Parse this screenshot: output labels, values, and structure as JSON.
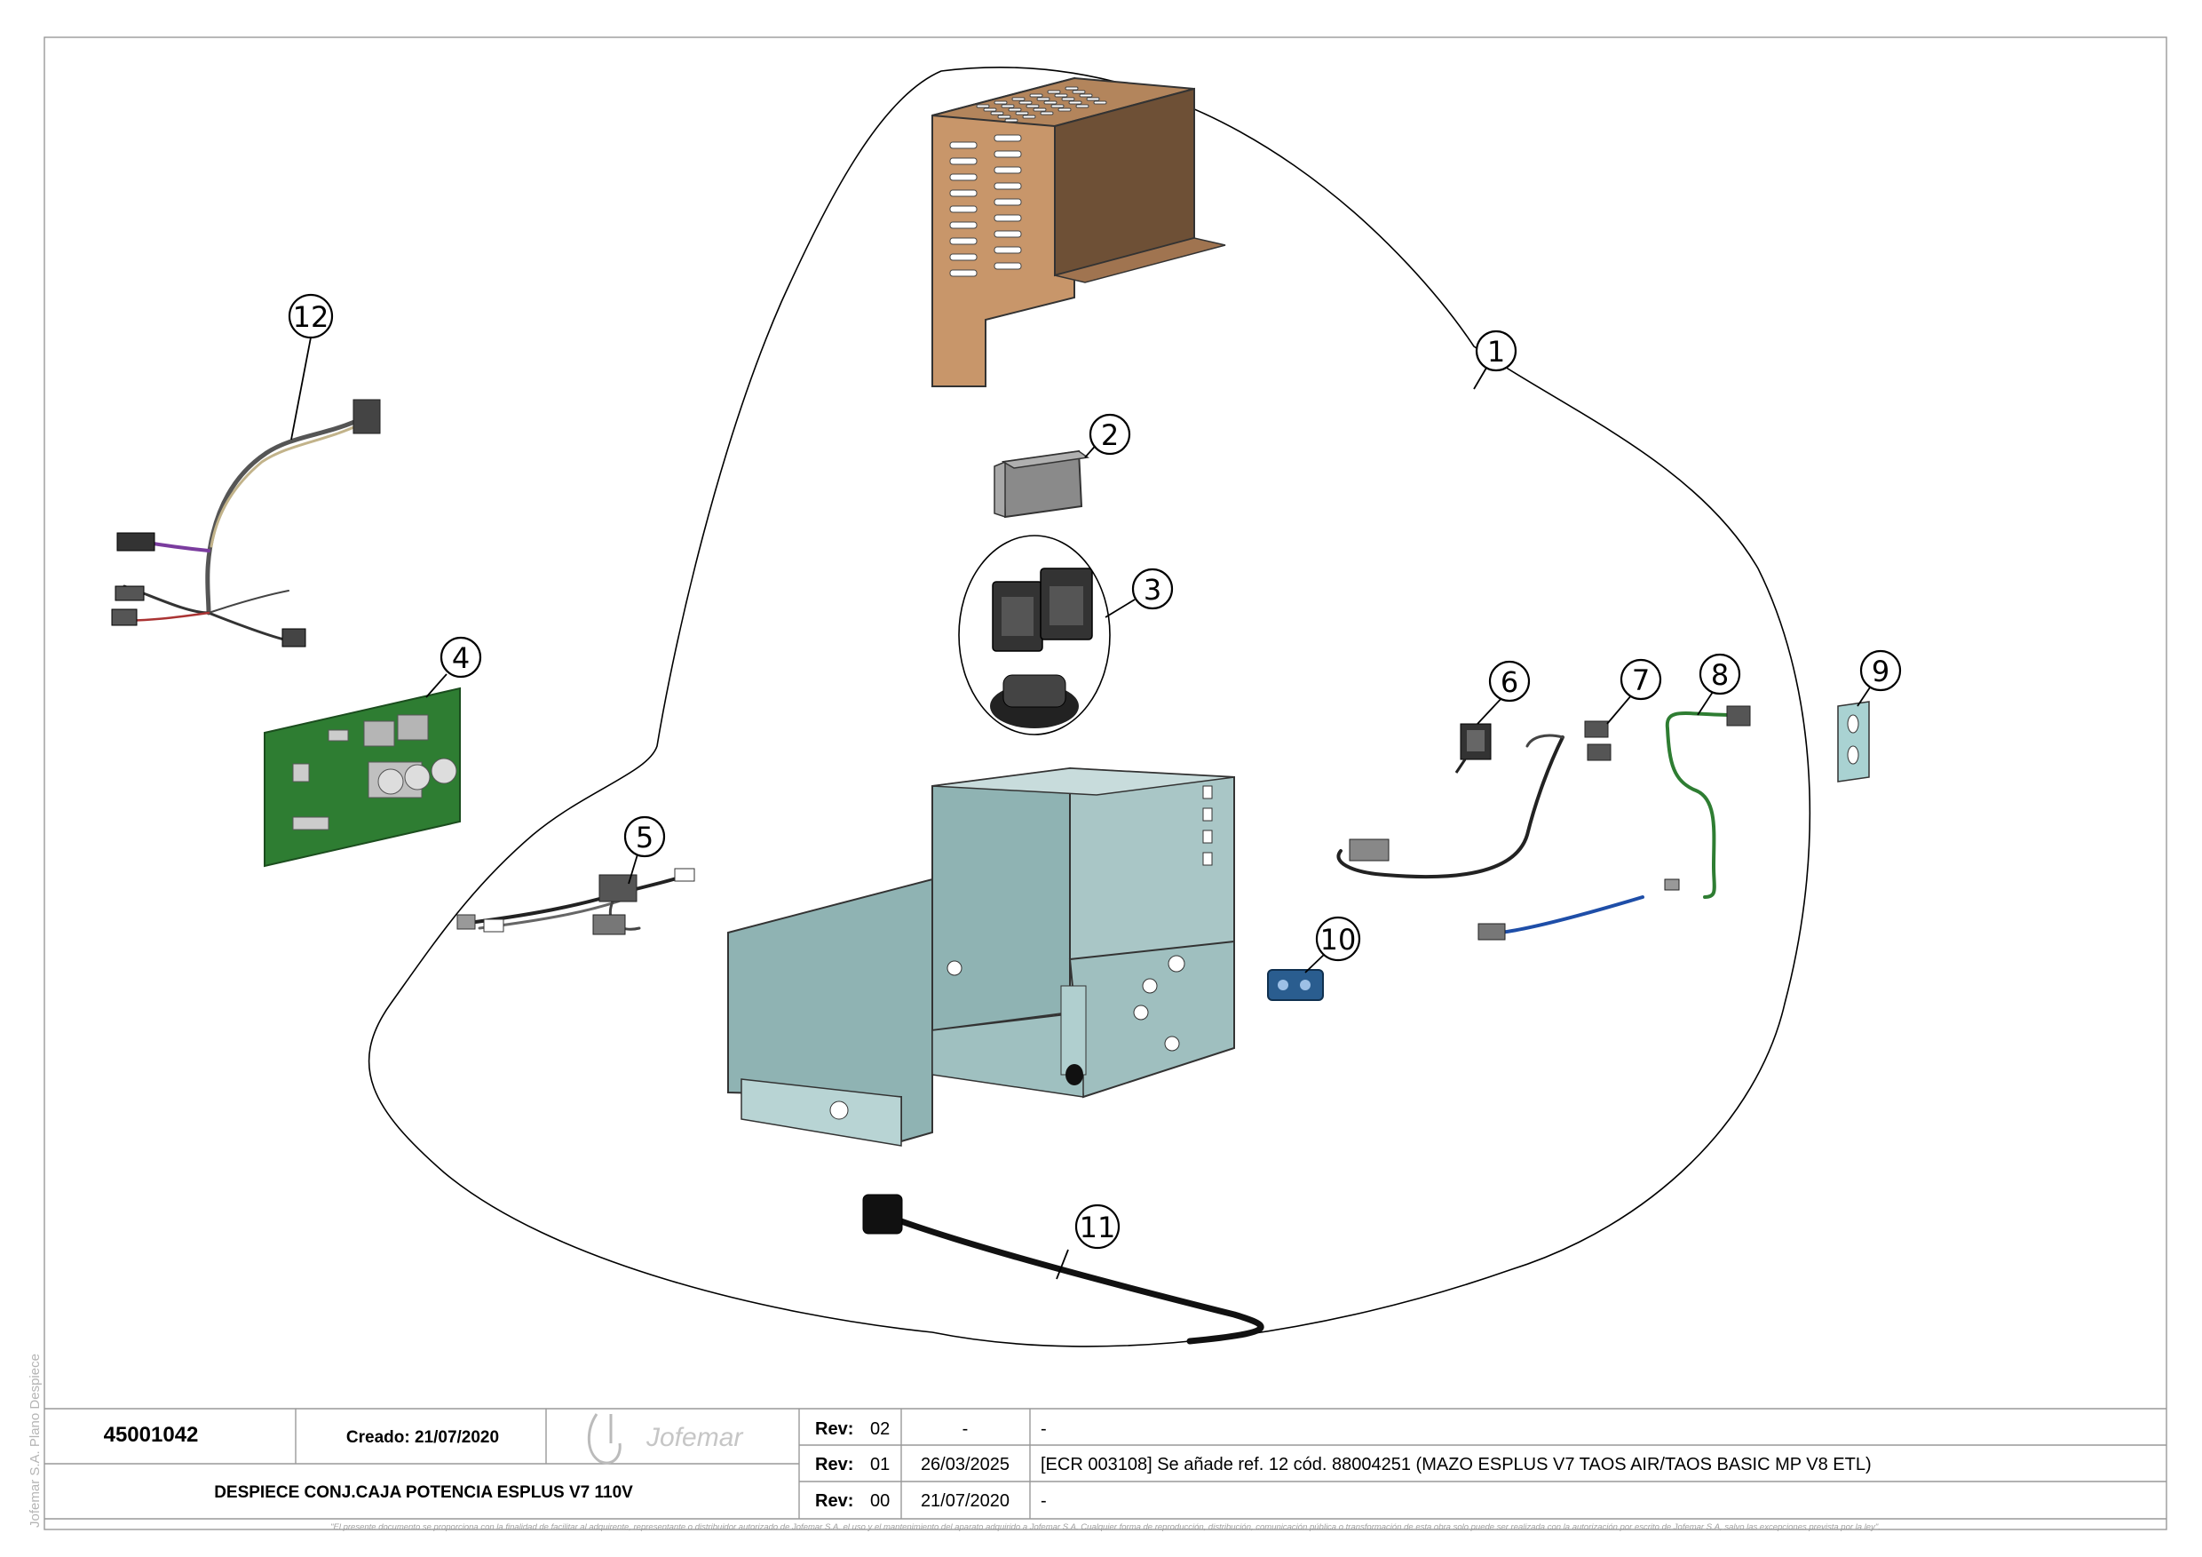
{
  "callouts": [
    {
      "number": "1",
      "part": "frame"
    },
    {
      "number": "2",
      "part": "transformer-block"
    },
    {
      "number": "3",
      "part": "transformers-group"
    },
    {
      "number": "4",
      "part": "power-pcb"
    },
    {
      "number": "5",
      "part": "harness"
    },
    {
      "number": "6",
      "part": "connector"
    },
    {
      "number": "7",
      "part": "cable"
    },
    {
      "number": "8",
      "part": "ground-cable"
    },
    {
      "number": "9",
      "part": "plate"
    },
    {
      "number": "10",
      "part": "blue-module"
    },
    {
      "number": "11",
      "part": "power-cable"
    },
    {
      "number": "12",
      "part": "wiring-harness"
    }
  ],
  "title_block": {
    "code": "45001042",
    "created_label": "Creado: 21/07/2020",
    "logo_text": "Jofemar",
    "title": "DESPIECE CONJ.CAJA POTENCIA ESPLUS V7 110V",
    "revisions": [
      {
        "label": "Rev:",
        "number": "02",
        "date": "-",
        "description": "-"
      },
      {
        "label": "Rev:",
        "number": "01",
        "date": "26/03/2025",
        "description": "[ECR 003108] Se añade ref. 12 cód. 88004251 (MAZO ESPLUS V7 TAOS AIR/TAOS BASIC MP V8 ETL)"
      },
      {
        "label": "Rev:",
        "number": "00",
        "date": "21/07/2020",
        "description": "-"
      }
    ]
  },
  "side_text": "Jofemar S.A. Plano Despiece",
  "footer_disclaimer": "\"El presente documento se proporciona con la finalidad de facilitar al adquirente, representante o distribuidor autorizado de Jofemar S.A. el uso y el mantenimiento del aparato adquirido a Jofemar S.A. Cualquier forma de reproducción, distribución, comunicación pública o transformación de esta obra solo puede ser realizada con la autorización por escrito de Jofemar S.A, salvo las excepciones prevista por la ley\".",
  "colors": {
    "housing_cover": "#c8966a",
    "housing_side": "#6e5036",
    "chassis": "#8fb3b3",
    "chassis_dark": "#5f8585",
    "pcb": "#2e7d32",
    "module_blue": "#2a5d8f"
  }
}
